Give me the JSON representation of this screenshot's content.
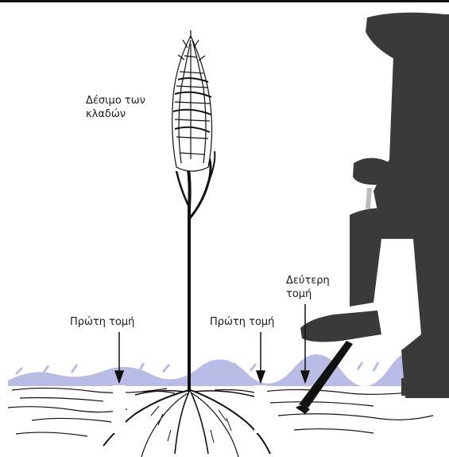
{
  "labels": {
    "tie_branches_line1": "Δέσιμο των",
    "tie_branches_line2": "κλαδών",
    "first_cut_left": "Πρώτη τομή",
    "first_cut_right": "Πρώτη τομή",
    "second_cut_line1": "Δεύτερη",
    "second_cut_line2": "τομή"
  },
  "colors": {
    "figure": "#3a3a3a",
    "plant": "#111111",
    "grass": "#b9bde6",
    "background": "#ffffff"
  },
  "icons": {
    "person": "person-silhouette-icon",
    "shovel": "spade-icon",
    "plant": "bound-shrub-icon"
  }
}
